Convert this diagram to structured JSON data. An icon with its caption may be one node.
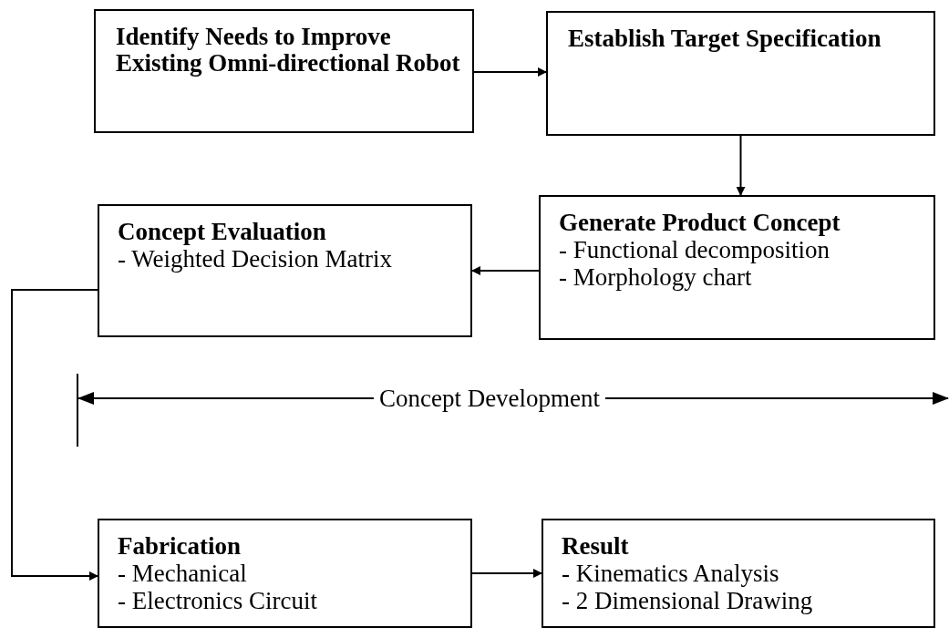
{
  "diagram": {
    "nodes": [
      {
        "text": [
          "Identify Needs to Improve Existing Omni-directional Robot"
        ]
      },
      {
        "text": [
          "Establish Target Specification"
        ]
      },
      {
        "text": [
          "Generate Product Concept",
          "- Functional decomposition",
          "- Morphology chart"
        ]
      },
      {
        "text": [
          "Concept Evaluation",
          "- Weighted Decision Matrix"
        ]
      },
      {
        "text": [
          "Fabrication",
          "- Mechanical",
          "- Electronics Circuit"
        ]
      },
      {
        "text": [
          "Result",
          "- Kinematics Analysis",
          "- 2 Dimensional Drawing"
        ]
      }
    ],
    "edges": [
      {
        "from": 0,
        "to": 1,
        "arrow": "to"
      },
      {
        "from": 1,
        "to": 2,
        "arrow": "to"
      },
      {
        "from": 2,
        "to": 3,
        "arrow": "to"
      },
      {
        "from": 3,
        "to": 4,
        "arrow": "to"
      },
      {
        "from": 4,
        "to": 5,
        "arrow": "to"
      }
    ],
    "labels": [
      "Concept Development"
    ]
  }
}
